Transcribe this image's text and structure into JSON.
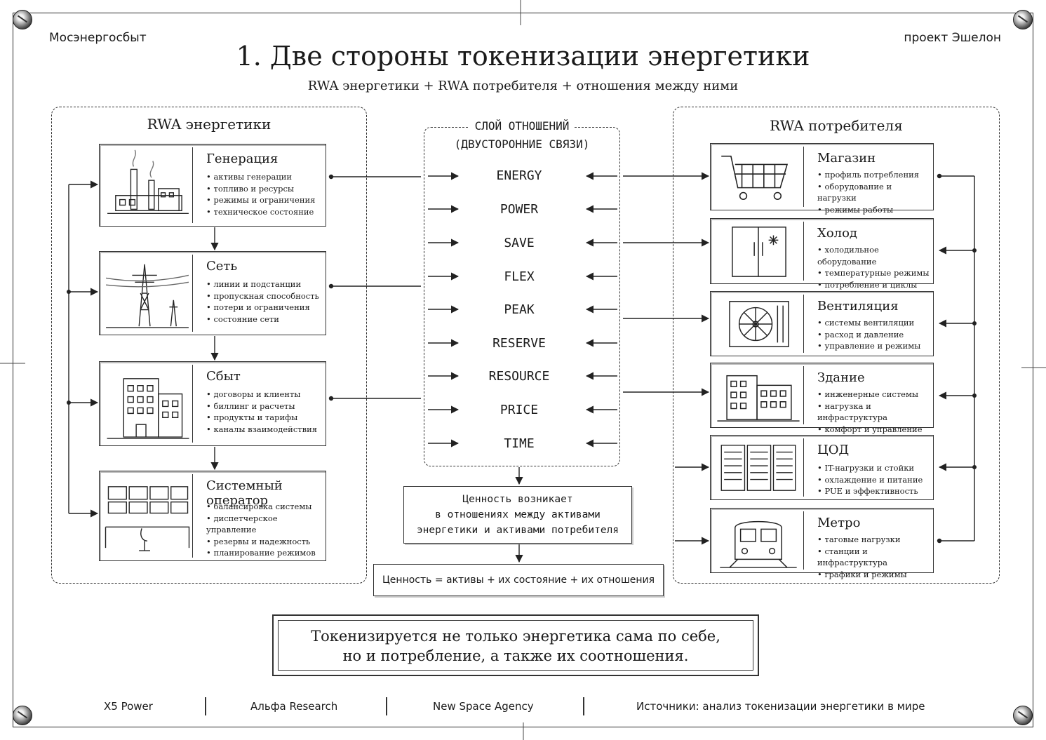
{
  "header": {
    "left": "Мосэнергосбыт",
    "right": "проект Эшелон",
    "title": "1. Две стороны токенизации энергетики",
    "subtitle": "RWA энергетики + RWA потребителя + отношения между ними"
  },
  "energy": {
    "title": "RWA энергетики",
    "cards": [
      {
        "title": "Генерация",
        "icon": "power-plant-icon",
        "items": [
          "активы генерации",
          "топливо и ресурсы",
          "режимы и ограничения",
          "техническое состояние"
        ]
      },
      {
        "title": "Сеть",
        "icon": "power-tower-icon",
        "items": [
          "линии и подстанции",
          "пропускная способность",
          "потери и ограничения",
          "состояние сети"
        ]
      },
      {
        "title": "Сбыт",
        "icon": "office-building-icon",
        "items": [
          "договоры и клиенты",
          "биллинг и расчеты",
          "продукты и тарифы",
          "каналы взаимодействия"
        ]
      },
      {
        "title": "Системный оператор",
        "icon": "control-room-icon",
        "items": [
          "балансировка системы",
          "диспетчерское управление",
          "резервы и надежность",
          "планирование режимов"
        ]
      }
    ]
  },
  "consumer": {
    "title": "RWA потребителя",
    "cards": [
      {
        "title": "Магазин",
        "icon": "shopping-cart-icon",
        "items": [
          "профиль потребления",
          "оборудование и нагрузки",
          "режимы работы"
        ]
      },
      {
        "title": "Холод",
        "icon": "refrigerator-icon",
        "items": [
          "холодильное оборудование",
          "температурные режимы",
          "потребление и циклы"
        ]
      },
      {
        "title": "Вентиляция",
        "icon": "ventilation-fan-icon",
        "items": [
          "системы вентиляции",
          "расход и давление",
          "управление и режимы"
        ]
      },
      {
        "title": "Здание",
        "icon": "building-icon",
        "items": [
          "инженерные системы",
          "нагрузка и инфраструктура",
          "комфорт и управление"
        ]
      },
      {
        "title": "ЦОД",
        "icon": "server-racks-icon",
        "items": [
          "IT-нагрузки и стойки",
          "охлаждение и питание",
          "PUE и эффективность"
        ]
      },
      {
        "title": "Метро",
        "icon": "metro-train-icon",
        "items": [
          "таговые нагрузки",
          "станции и инфраструктура",
          "графики и режимы"
        ]
      }
    ]
  },
  "relations": {
    "title_line1": "СЛОЙ ОТНОШЕНИЙ",
    "title_line2": "(ДВУСТОРОННИЕ СВЯЗИ)",
    "items": [
      "ENERGY",
      "POWER",
      "SAVE",
      "FLEX",
      "PEAK",
      "RESERVE",
      "RESOURCE",
      "PRICE",
      "TIME"
    ]
  },
  "value": {
    "line1": "Ценность возникает",
    "line2": "в отношениях между активами",
    "line3": "энергетики и активами потребителя",
    "formula": "Ценность = активы + их состояние + их отношения"
  },
  "conclusion": {
    "line1": "Токенизируется не только энергетика сама по себе,",
    "line2": "но и потребление, а также их соотношения."
  },
  "footer": {
    "items": [
      "X5 Power",
      "Альфа Research",
      "New Space Agency",
      "Источники: анализ токенизации энергетики в мире"
    ]
  }
}
